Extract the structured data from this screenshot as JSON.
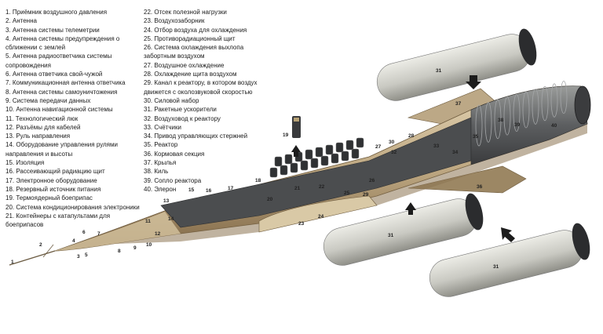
{
  "legend_left": [
    "1. Приёмник воздушного давления",
    "2. Антенна",
    "3. Антенна системы телеметрии",
    "4. Антенна системы предупреждения о",
    "сближении с землей",
    "5. Антенна радиоответчика системы",
    "сопровождения",
    "6. Антенна ответчика свой-чужой",
    "7. Коммуникационная антенна ответчика",
    "8. Антенна системы самоуничтожения",
    "9. Система передачи данных",
    "10. Антенна навигационной системы",
    "11. Технологический люк",
    "12. Разъёмы для кабелей",
    "13. Руль направления",
    "14. Оборудование управления рулями",
    "направления и высоты",
    "15. Изоляция",
    "16. Рассеивающий радиацию щит",
    "17. Электронное оборудование",
    "18. Резервный источник питания",
    "19. Термоядерный боеприпас",
    "20. Система кондиционирования электроники",
    "21. Контейнеры с катапультами для",
    "боеприпасов"
  ],
  "legend_right": [
    "22. Отсек полезной нагрузки",
    "23. Воздухозаборник",
    "24. Отбор воздуха для охлаждения",
    "25. Противорадиационный щит",
    "26. Система охлаждения выхлопа",
    "забортным воздухом",
    "27. Воздушное охлаждение",
    "28. Охлаждение щита воздухом",
    "29. Канал к реактору, в котором воздух",
    "движется с околозвуковой скоростью",
    "30. Силовой набор",
    "31. Ракетные ускорители",
    "32. Воздуховод к реактору",
    "33. Счётчики",
    "34. Привод управляющих стержней",
    "35. Реактор",
    "36. Кормовая секция",
    "37. Крылья",
    "38. Киль",
    "39. Сопло реактора",
    "40. Элерон"
  ],
  "callouts": {
    "booster_label": "31",
    "warhead_label": "19",
    "nose": [
      "1",
      "2",
      "3",
      "4",
      "5",
      "6",
      "7",
      "8",
      "9",
      "10"
    ],
    "body": [
      "11",
      "12",
      "13",
      "14",
      "15",
      "16",
      "17",
      "18",
      "20",
      "21",
      "22",
      "23",
      "24",
      "25",
      "26",
      "27",
      "28",
      "29",
      "30",
      "32",
      "33",
      "34",
      "35",
      "36",
      "37",
      "38",
      "39",
      "40"
    ]
  },
  "colors": {
    "fuselage": "#bfa983",
    "fuselage_dark": "#8d7552",
    "interior": "#4b4d4f",
    "booster": "#c9c9c2",
    "booster_cap": "#2b2c2e",
    "arrow": "#1c1c1c"
  }
}
